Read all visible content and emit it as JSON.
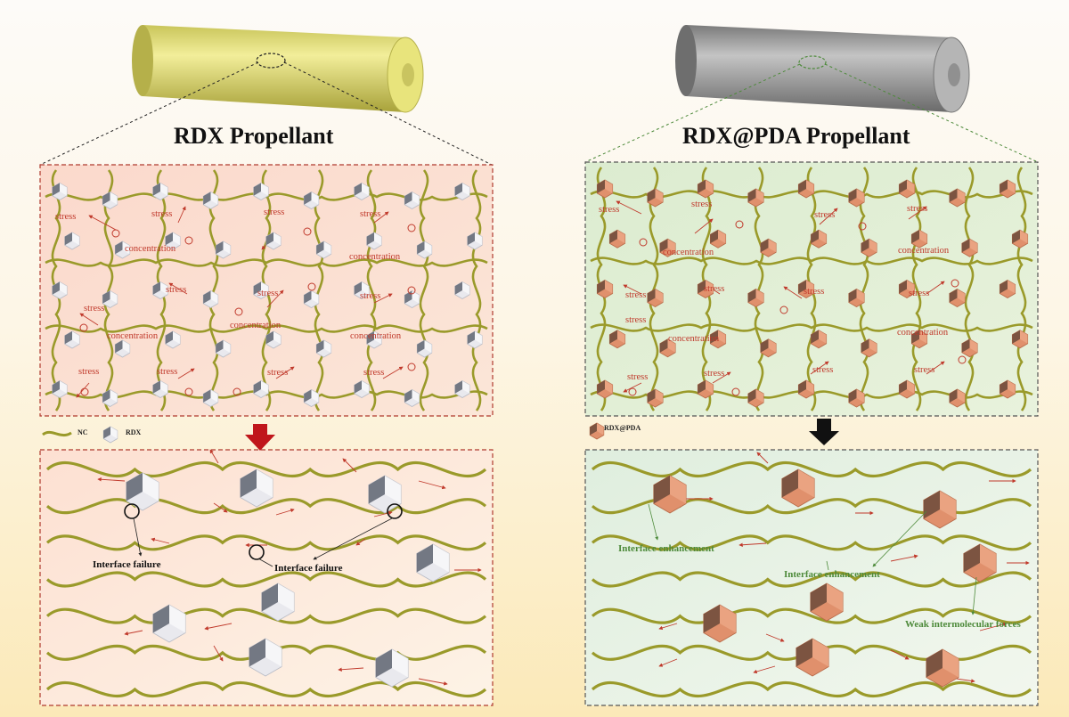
{
  "left": {
    "title": "RDX Propellant",
    "micro_labels": {
      "stress": "stress",
      "concentration": "concentration"
    },
    "legend": {
      "nc": "NC",
      "rdx": "RDX"
    },
    "annotations": {
      "interface_failure": "Interface failure",
      "interface_failure_2": "Interface failure"
    }
  },
  "right": {
    "title": "RDX@PDA Propellant",
    "micro_labels": {
      "stress": "stress",
      "concentration": "concentration"
    },
    "legend": {
      "rdx_pda": "RDX@PDA"
    },
    "annotations": {
      "interface_enhancement": "Interface enhancement",
      "interface_enhancement_2": "Interface enhancement",
      "weak_forces": "Weak intermolecular forces"
    }
  },
  "colors": {
    "fiber": "#9a9a2a",
    "left_cylinder": "#d8d46a",
    "right_cylinder": "#8e8e8e",
    "left_panel_bg": "#fbe3da",
    "right_panel_bg": "#e3efd6",
    "rdx_crystal": "#e9e9ee",
    "pda_crystal": "#e0906c",
    "stress_arrow": "#c0392b",
    "left_down_arrow": "#c0161b",
    "right_down_arrow": "#111111"
  }
}
